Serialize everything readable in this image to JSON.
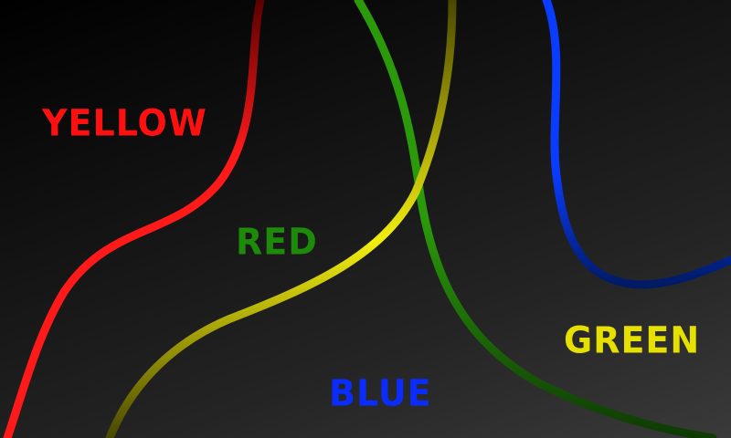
{
  "game": {
    "words": [
      {
        "text": "YELLOW",
        "color": "#ff1010"
      },
      {
        "text": "RED",
        "color": "#1e8a0a"
      },
      {
        "text": "BLUE",
        "color": "#0a2cff"
      },
      {
        "text": "GREEN",
        "color": "#e6e000"
      }
    ],
    "wires": [
      {
        "name": "red-wire",
        "color": "#ff1a1a",
        "fade": "#5a0000"
      },
      {
        "name": "green-wire",
        "color": "#2a9a0a",
        "fade": "#0e3a04"
      },
      {
        "name": "yellow-wire",
        "color": "#f2ee10",
        "fade": "#4a4800"
      },
      {
        "name": "blue-wire",
        "color": "#0a3cff",
        "fade": "#001a66"
      }
    ]
  }
}
